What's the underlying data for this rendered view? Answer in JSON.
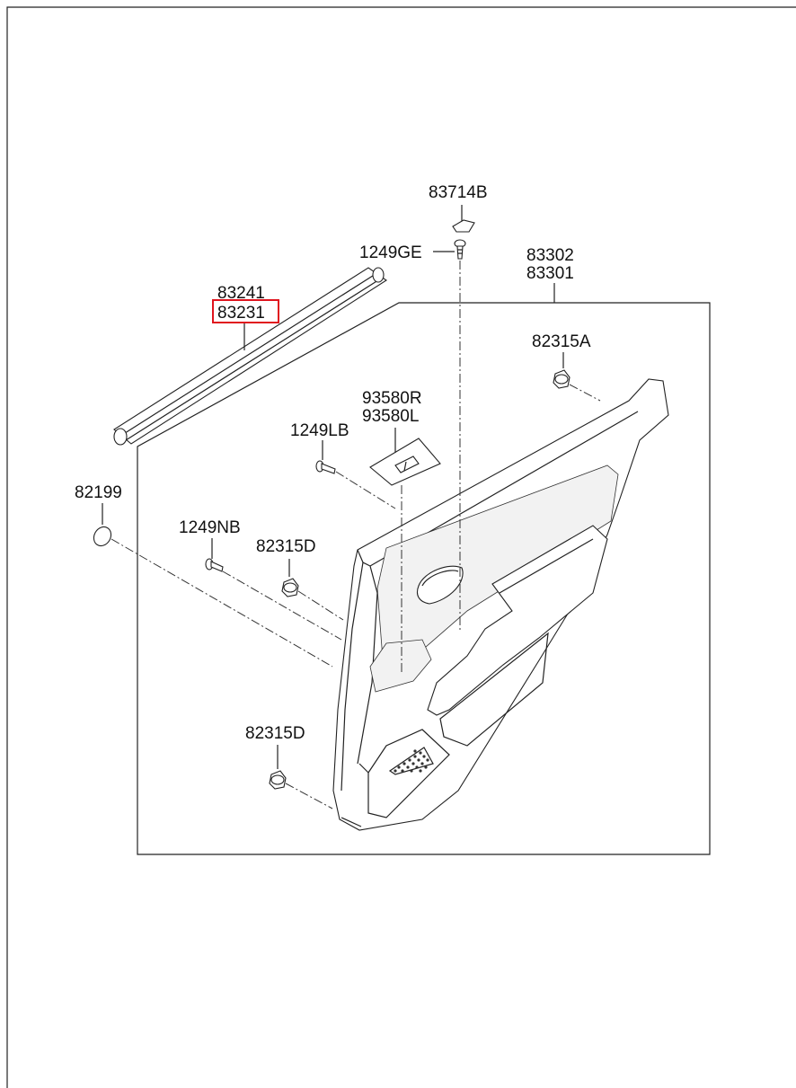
{
  "part_labels": {
    "p83714B": "83714B",
    "p1249GE": "1249GE",
    "p83302": "83302",
    "p83301": "83301",
    "p83241": "83241",
    "p83231": "83231",
    "p82315A": "82315A",
    "p93580R": "93580R",
    "p93580L": "93580L",
    "p1249LB": "1249LB",
    "p82199": "82199",
    "p1249NB": "1249NB",
    "p82315D_upper": "82315D",
    "p82315D_lower": "82315D"
  },
  "highlighted_part": "83231",
  "highlight_color": "#e0141e"
}
